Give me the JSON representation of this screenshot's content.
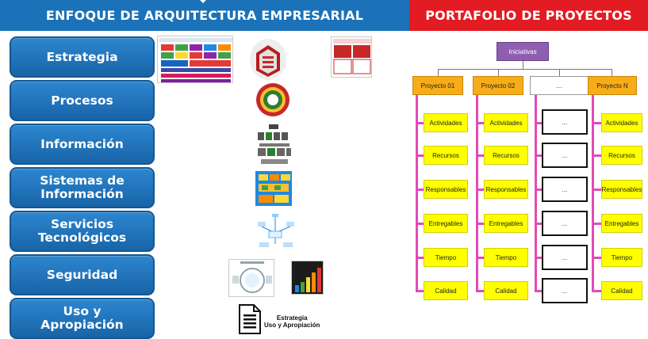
{
  "header": {
    "left_title": "ENFOQUE DE ARQUITECTURA EMPRESARIAL",
    "right_title": "PORTAFOLIO DE PROYECTOS"
  },
  "domains": [
    "Estrategia",
    "Procesos",
    "Información",
    "Sistemas de\nInformación",
    "Servicios\nTecnológicos",
    "Seguridad",
    "Uso y\nApropiación"
  ],
  "document_caption": {
    "line1": "Estrategia",
    "line2": "Uso y Apropiación"
  },
  "portfolio": {
    "root": "Iniciativas",
    "projects": [
      "Proyecto 01",
      "Proyecto 02",
      "...",
      "Proyecto N"
    ],
    "attributes": [
      "Actividades",
      "Recursos",
      "Responsables",
      "Entregables",
      "Tiempo",
      "Calidad"
    ],
    "placeholder": "..."
  },
  "colors": {
    "left_header": "#1b72b8",
    "right_header": "#e31b23",
    "domain_button": "#1f6fb5",
    "initiative": "#8e5fb0",
    "project": "#f7ad18",
    "attribute": "#ffff00",
    "connector": "#e14bb9"
  }
}
